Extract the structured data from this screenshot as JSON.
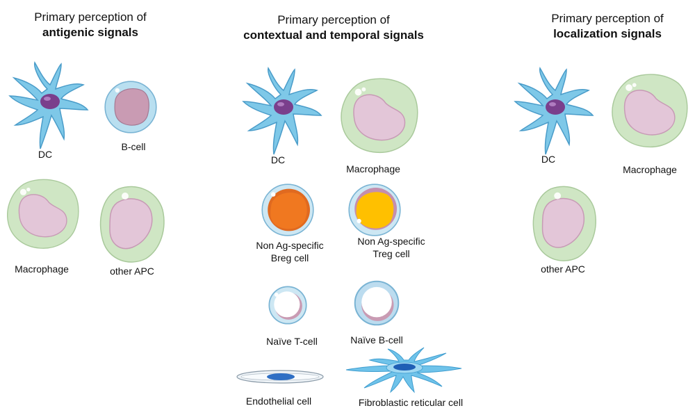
{
  "columns": [
    {
      "title_line1": "Primary perception of",
      "title_line2": "antigenic signals",
      "cells": [
        "DC",
        "B-cell",
        "Macrophage",
        "other APC"
      ]
    },
    {
      "title_line1": "Primary perception of",
      "title_line2": "contextual and temporal signals",
      "cells": [
        "DC",
        "Macrophage",
        "Non Ag-specific\nBreg cell",
        "Non Ag-specific\nTreg cell",
        "Naïve T-cell",
        "Naïve B-cell",
        "Endothelial cell",
        "Fibroblastic reticular cell"
      ]
    },
    {
      "title_line1": "Primary perception of",
      "title_line2": "localization signals",
      "cells": [
        "DC",
        "Macrophage",
        "other APC"
      ]
    }
  ],
  "colors": {
    "dc_body": "#7ec8e8",
    "dc_nucleus": "#7a3f8c",
    "macrophage_body": "#cfe6c4",
    "macrophage_nucleus": "#e3c6d8",
    "bcell_body": "#b9dff0",
    "bcell_nucleus": "#c99bb3",
    "breg_nucleus": "#f07820",
    "treg_nucleus": "#ffc000",
    "endothelial_nucleus": "#2f6fc4",
    "frc_body": "#6fc3ea",
    "frc_nucleus": "#1f5fb5"
  }
}
